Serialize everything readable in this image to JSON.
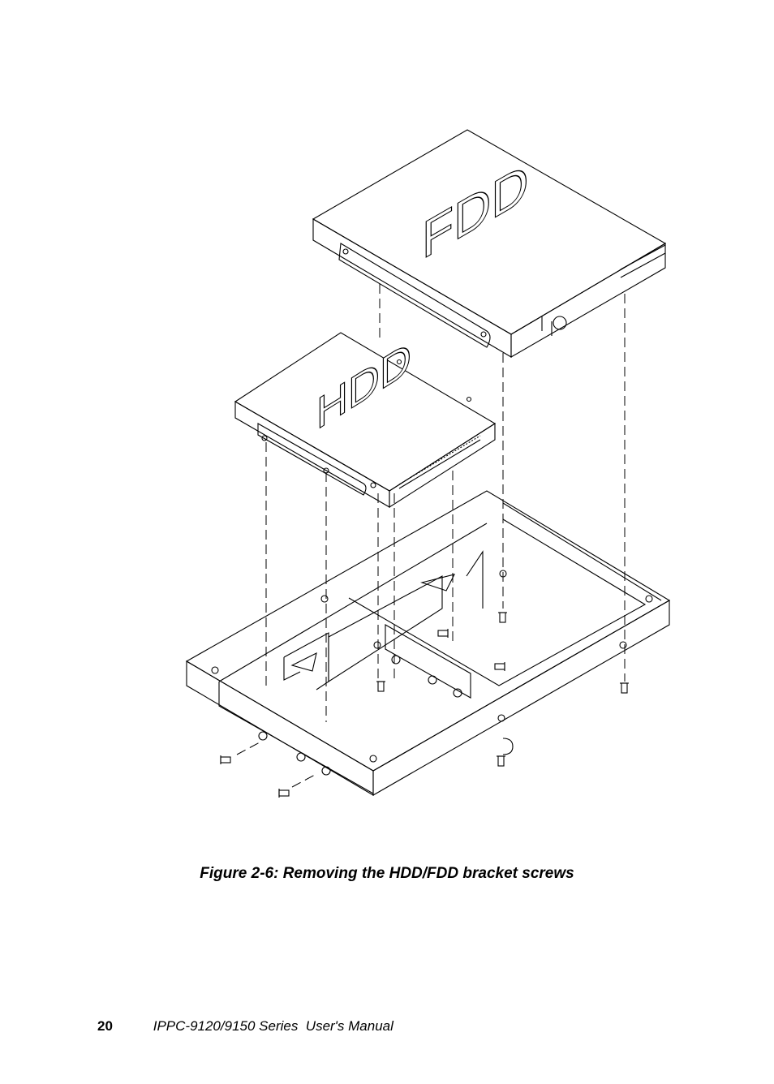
{
  "figure": {
    "drive_labels": {
      "fdd": "FDD",
      "hdd": "HDD"
    }
  },
  "caption": "Figure 2-6: Removing the HDD/FDD bracket screws",
  "footer": {
    "page_number": "20",
    "manual_title": "IPPC-9120/9150 Series  User's Manual"
  }
}
